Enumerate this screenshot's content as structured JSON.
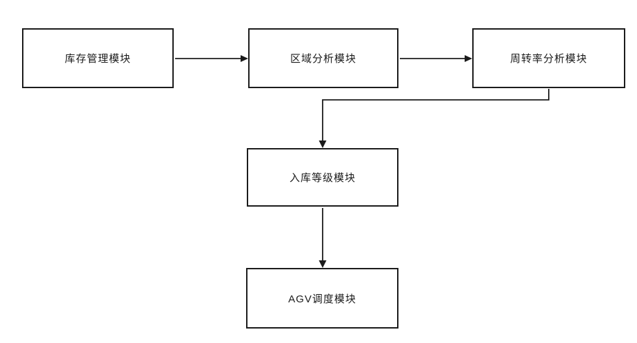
{
  "diagram": {
    "type": "flowchart",
    "nodes": [
      {
        "id": "inventory",
        "label": "库存管理模块"
      },
      {
        "id": "area",
        "label": "区域分析模块"
      },
      {
        "id": "turnover",
        "label": "周转率分析模块"
      },
      {
        "id": "storage-level",
        "label": "入库等级模块"
      },
      {
        "id": "agv",
        "label": "AGV调度模块"
      }
    ],
    "edges": [
      {
        "from": "inventory",
        "to": "area",
        "style": "straight-right-arrow"
      },
      {
        "from": "area",
        "to": "turnover",
        "style": "straight-right-arrow"
      },
      {
        "from": "turnover",
        "to": "storage-level",
        "style": "down-left-down-arrow"
      },
      {
        "from": "storage-level",
        "to": "agv",
        "style": "straight-down-arrow"
      }
    ],
    "colors": {
      "background": "#ffffff",
      "node_fill": "#ffffff",
      "node_border": "#1b1b1b",
      "text": "#1b1b1b",
      "connector": "#1b1b1b"
    }
  }
}
